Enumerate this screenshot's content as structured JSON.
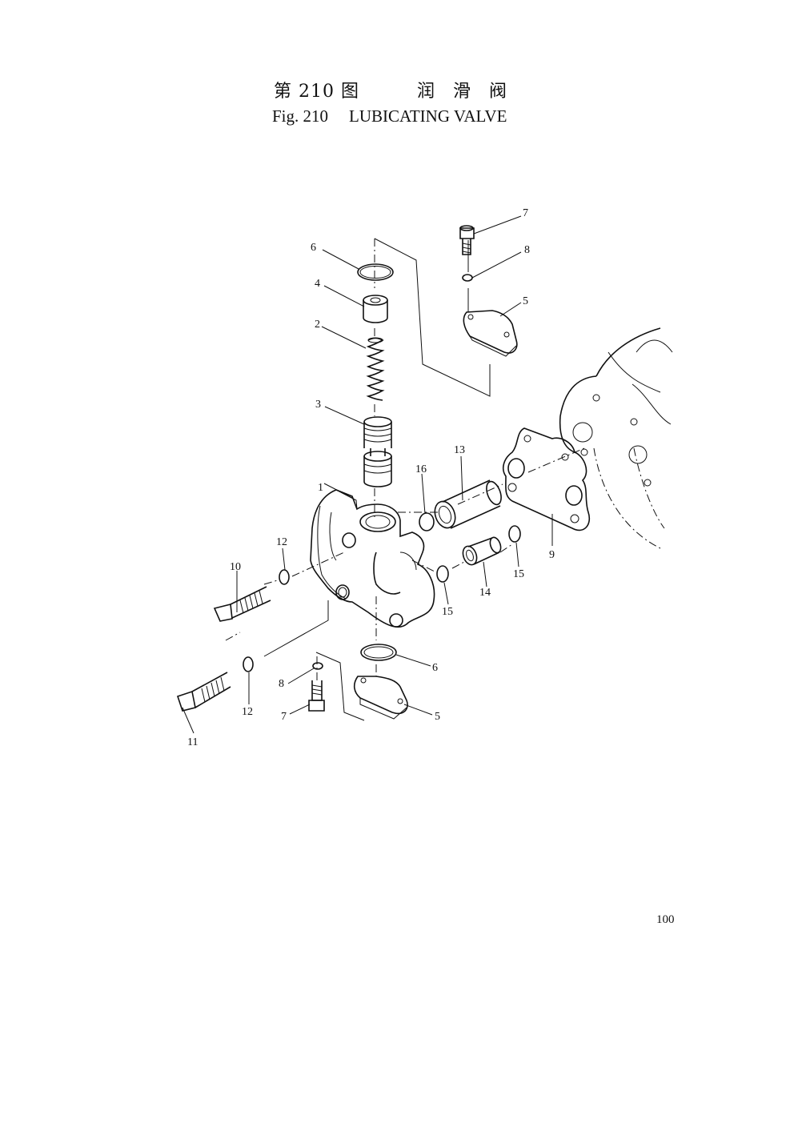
{
  "header": {
    "fig_cn": "第 210 图",
    "name_cn": "润 滑 阀",
    "fig_en": "Fig. 210",
    "name_en": "LUBICATING VALVE"
  },
  "callouts": [
    "1",
    "2",
    "3",
    "4",
    "5",
    "5",
    "6",
    "6",
    "7",
    "7",
    "8",
    "8",
    "9",
    "10",
    "11",
    "12",
    "12",
    "13",
    "14",
    "15",
    "15",
    "16"
  ],
  "page_number": "100"
}
